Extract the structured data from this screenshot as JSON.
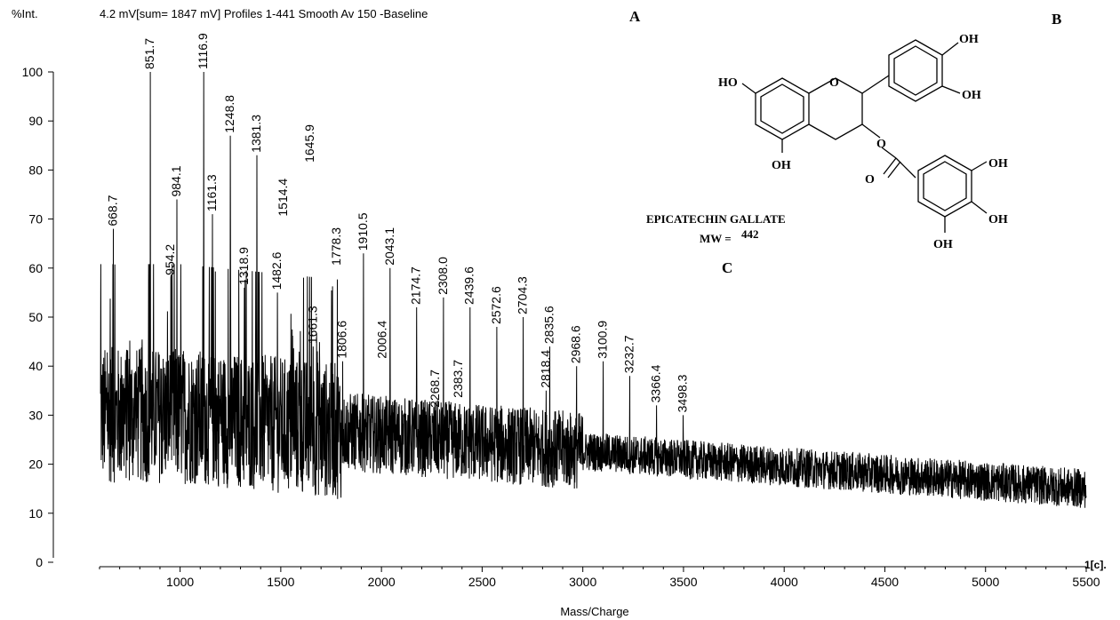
{
  "chart_data": {
    "type": "line",
    "header": "%Int.",
    "subtitle": "4.2 mV[sum= 1847 mV]  Profiles 1-441 Smooth Av 150 -Baseline",
    "xlabel": "Mass/Charge",
    "x_axis_end_label": "1[c].",
    "xlim": [
      600,
      5500
    ],
    "ylim": [
      0,
      100
    ],
    "x_ticks": [
      "1000",
      "1500",
      "2000",
      "2500",
      "3000",
      "3500",
      "4000",
      "4500",
      "5000",
      "5500"
    ],
    "y_ticks": [
      "0",
      "10",
      "20",
      "30",
      "40",
      "50",
      "60",
      "70",
      "80",
      "90",
      "100"
    ],
    "grid": false,
    "series": [
      {
        "color": "#000000",
        "x": [
          605,
          640,
          668.7,
          700,
          760,
          800,
          851.7,
          900,
          954.2,
          984.1,
          1050,
          1116.9,
          1161.3,
          1200,
          1248.8,
          1318.9,
          1381.3,
          1482.6,
          1514.4,
          1580,
          1645.9,
          1681.3,
          1778.3,
          1806.6,
          1860,
          1910.5,
          2006.4,
          2043.1,
          2100,
          2174.7,
          2268.7,
          2308.0,
          2383.7,
          2439.6,
          2500,
          2572.6,
          2640,
          2704.3,
          2818.4,
          2835.6,
          2900,
          2968.6,
          3040,
          3100.9,
          3160,
          3232.7,
          3300,
          3366.4,
          3440,
          3498.3,
          3620,
          3760,
          3900,
          4000,
          4200,
          4400,
          4600,
          4800,
          5000,
          5200,
          5400,
          5500
        ],
        "y": [
          62,
          42,
          68,
          36,
          47,
          30,
          100,
          36,
          58,
          74,
          34,
          100,
          71,
          38,
          87,
          56,
          83,
          55,
          70,
          35,
          81,
          43,
          60,
          41,
          33,
          63,
          41,
          60,
          30,
          52,
          31,
          54,
          33,
          52,
          27,
          48,
          26,
          50,
          35,
          44,
          25,
          40,
          24,
          41,
          23,
          38,
          22,
          32,
          22,
          30,
          27,
          25,
          24,
          20,
          19,
          18,
          17,
          16,
          16,
          15,
          14,
          14
        ]
      }
    ],
    "peak_labels": [
      "668.7",
      "851.7",
      "954.2",
      "984.1",
      "1116.9",
      "1161.3",
      "1248.8",
      "1318.9",
      "1381.3",
      "1482.6",
      "1514.4",
      "1645.9",
      "1661.3",
      "1778.3",
      "1806.6",
      "1910.5",
      "2006.4",
      "2043.1",
      "2174.7",
      "2268.7",
      "2308.0",
      "2383.7",
      "2439.6",
      "2572.6",
      "2704.3",
      "2818.4",
      "2835.6",
      "2968.6",
      "3100.9",
      "3232.7",
      "3366.4",
      "3498.3"
    ],
    "peak_heights": [
      68,
      100,
      58,
      74,
      100,
      71,
      87,
      56,
      83,
      55,
      70,
      81,
      44,
      60,
      41,
      63,
      41,
      60,
      52,
      31,
      54,
      33,
      52,
      48,
      50,
      35,
      44,
      40,
      41,
      38,
      32,
      30
    ]
  },
  "panel_labels": {
    "a": "A",
    "b": "B",
    "c": "C"
  },
  "molecule": {
    "ho": "HO",
    "o_ring": "O",
    "oh_top": "OH",
    "oh_right": "OH",
    "oh_bottom": "OH",
    "o_ester": "O",
    "o_carbonyl": "O",
    "g_oh_top": "OH",
    "g_oh_mid": "OH",
    "g_oh_bottom": "OH",
    "name": "EPICATECHIN GALLATE",
    "mw_label": "MW =",
    "mw_value": "442"
  }
}
